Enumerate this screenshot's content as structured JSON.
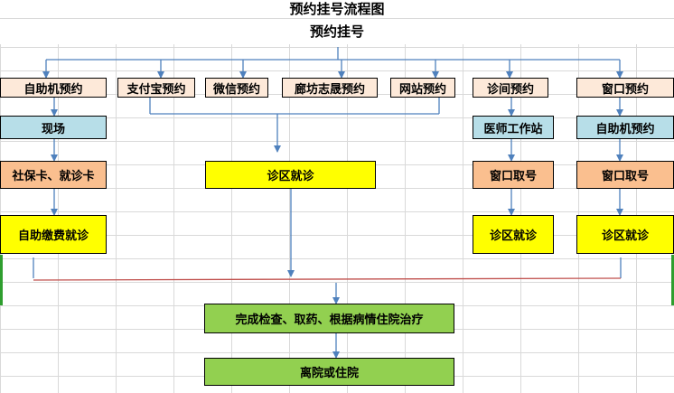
{
  "diagram": {
    "title": "预约挂号流程图",
    "root": "预约挂号",
    "channels": {
      "self_service": "自助机预约",
      "alipay": "支付宝预约",
      "wechat": "微信预约",
      "langfang": "廊坊志晟预约",
      "website": "网站预约",
      "clinic": "诊间预约",
      "window": "窗口预约"
    },
    "steps": {
      "onsite": "现场",
      "social_card": "社保卡、就诊卡",
      "self_pay": "自助缴费就诊",
      "clinic_visit_center": "诊区就诊",
      "doctor_station": "医师工作站",
      "window_ticket_clinic": "窗口取号",
      "clinic_visit_clinic": "诊区就诊",
      "self_service_book": "自助机预约",
      "window_ticket_window": "窗口取号",
      "clinic_visit_window": "诊区就诊",
      "complete": "完成检查、取药、根据病情住院治疗",
      "discharge": "离院或住院"
    },
    "colors": {
      "channel_fill": "#fde9d9",
      "blue_fill": "#b7dee8",
      "orange_fill": "#fabf8f",
      "yellow_fill": "#ffff00",
      "green_fill": "#92d050",
      "line": "#4f81bd",
      "merge_line": "#c0504d"
    }
  }
}
